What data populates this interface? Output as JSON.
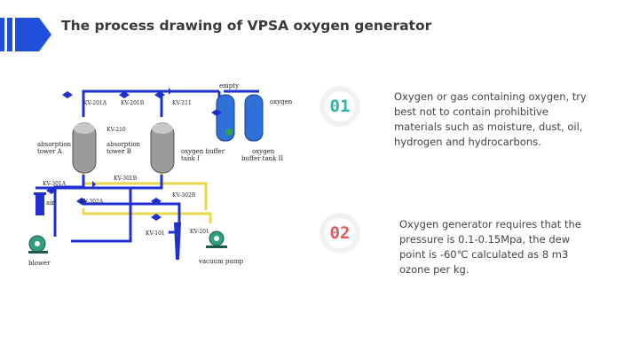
{
  "page": {
    "title": "The process drawing of VPSA oxygen generator"
  },
  "diagram": {
    "labels": {
      "kv201a": "KV-201A",
      "kv201b": "KV-201B",
      "kv211": "KV-211",
      "empty": "empty",
      "oxygen": "oxygen",
      "kv210": "KV-210",
      "tower_a_1": "absorption",
      "tower_a_2": "tower A",
      "tower_b_1": "absorption",
      "tower_b_2": "tower B",
      "buf1_1": "oxygen buffer",
      "buf1_2": "tank I",
      "buf2_1": "oxygen",
      "buf2_2": "buffer tank II",
      "kv301a": "KV-301A",
      "kv301b": "KV-301B",
      "kv302a": "KV-302A",
      "kv302b": "KV-302B",
      "air": "air",
      "kv101": "KV-101",
      "kv201": "KV-201",
      "blower": "blower",
      "vacuum_pump": "vacuum pump"
    }
  },
  "points": [
    {
      "number": "01",
      "color": "#2fb3a3",
      "text": "Oxygen or gas containing oxygen, try best not to contain prohibitive materials such as moisture, dust, oil, hydrogen and hydrocarbons."
    },
    {
      "number": "02",
      "color": "#e05a5a",
      "text": "Oxygen generator requires that the pressure is 0.1-0.15Mpa, the dew point is -60℃ calculated as 8 m3 ozone per kg."
    }
  ],
  "colors": {
    "accent": "#1f4fd8",
    "pipe_blue": "#1f2fd0",
    "pipe_yellow": "#e8d84a",
    "tank_blue": "#2f6fd8"
  }
}
